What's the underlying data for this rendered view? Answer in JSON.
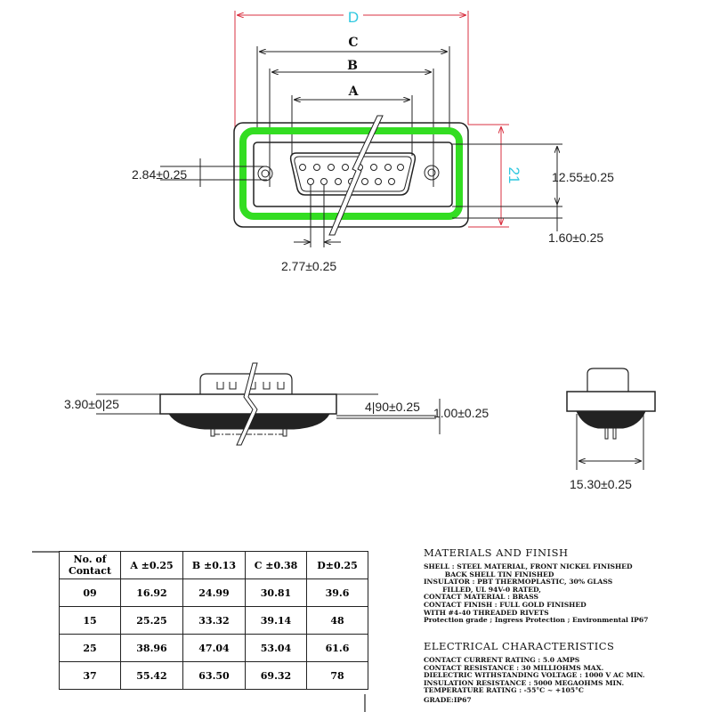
{
  "top_view": {
    "dim_D": "D",
    "dim_C": "C",
    "dim_B": "B",
    "dim_A": "A",
    "dim_21": "21",
    "dim_left": "2.84±0.25",
    "dim_right_height": "12.55±0.25",
    "dim_right_bottom": "1.60±0.25",
    "dim_pin_pitch": "2.77±0.25"
  },
  "side_view": {
    "dim_flange": "3.90±0|25",
    "dim_total": "4|90±0.25",
    "dim_bottom": "1.00±0.25"
  },
  "end_view": {
    "dim_width": "15.30±0.25"
  },
  "colors": {
    "accent_green": "#33dd22",
    "dimension_red": "#d83040",
    "dimension_cyan": "#30c8e0"
  },
  "table": {
    "headers": [
      "No. of Contact",
      "A ±0.25",
      "B ±0.13",
      "C ±0.38",
      "D±0.25"
    ],
    "rows": [
      [
        "09",
        "16.92",
        "24.99",
        "30.81",
        "39.6"
      ],
      [
        "15",
        "25.25",
        "33.32",
        "39.14",
        "48"
      ],
      [
        "25",
        "38.96",
        "47.04",
        "53.04",
        "61.6"
      ],
      [
        "37",
        "55.42",
        "63.50",
        "69.32",
        "78"
      ]
    ]
  },
  "materials": {
    "title": "MATERIALS AND FINISH",
    "lines": [
      "SHELL : STEEL MATERIAL, FRONT NICKEL FINISHED",
      "         BACK SHELL TIN FINISHED",
      "INSULATOR : PBT THERMOPLASTIC, 30% GLASS",
      "        FILLED, UL 94V-0 RATED,",
      "CONTACT MATERIAL : BRASS",
      "CONTACT FINISH : FULL GOLD FINISHED",
      "WITH #4-40 THREADED RIVETS",
      "Protection grade ; Ingress Protection ; Environmental IP67"
    ]
  },
  "electrical": {
    "title": "ELECTRICAL CHARACTERISTICS",
    "lines": [
      "CONTACT CURRENT RATING : 5.0 AMPS",
      "CONTACT RESISTANCE : 30 MILLIOHMS MAX.",
      "DIELECTRIC WITHSTANDING VOLTAGE : 1000 V AC MIN.",
      "INSULATION RESISTANCE : 5000 MEGAOHMS MIN.",
      "TEMPERATURE RATING : -55°C ~ +105°C",
      "GRADE:IP67"
    ]
  }
}
